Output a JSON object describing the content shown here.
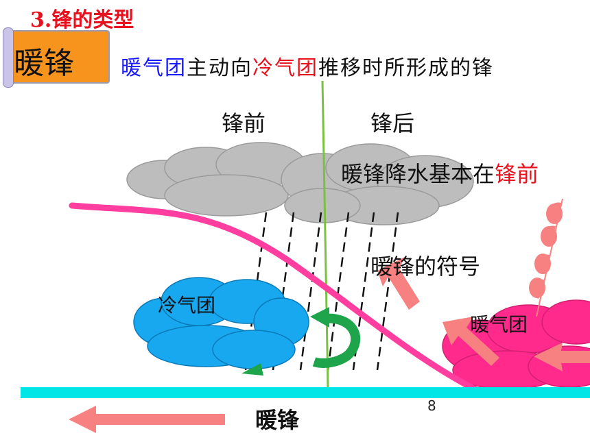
{
  "header": {
    "section_title": "3.锋的类型",
    "term": "暖锋",
    "definition": {
      "part1": "暖气团",
      "part2": "主动向",
      "part3": "冷气团",
      "part4": "推移时所形成的锋"
    }
  },
  "diagram": {
    "front_before": "锋前",
    "front_after": "锋后",
    "precip_note_main": "暖锋降水基本在",
    "precip_note_highlight": "锋前",
    "symbol_label": "暖锋的符号",
    "cold_air_mass": "冷气团",
    "warm_air_mass": "暖气团",
    "front_name": "暖锋",
    "page_number": "8"
  },
  "colors": {
    "title_red": "#e8121f",
    "term_box": "#f7941d",
    "warm_text_blue": "#1a1aff",
    "ground": "#00e5e5",
    "front_line": "#ff3ea0",
    "cold_cloud": "#18a8f0",
    "warm_cloud": "#ff2a8c",
    "rain_cloud": "#bdbdbd",
    "divider_green": "#7ac143",
    "arrow_pink": "#f78080",
    "swirl_green": "#1ea44a"
  },
  "icons": [
    "rain-cloud-icon",
    "cold-cloud-icon",
    "warm-cloud-icon",
    "warm-front-symbol-icon",
    "swirl-arrow-icon"
  ]
}
